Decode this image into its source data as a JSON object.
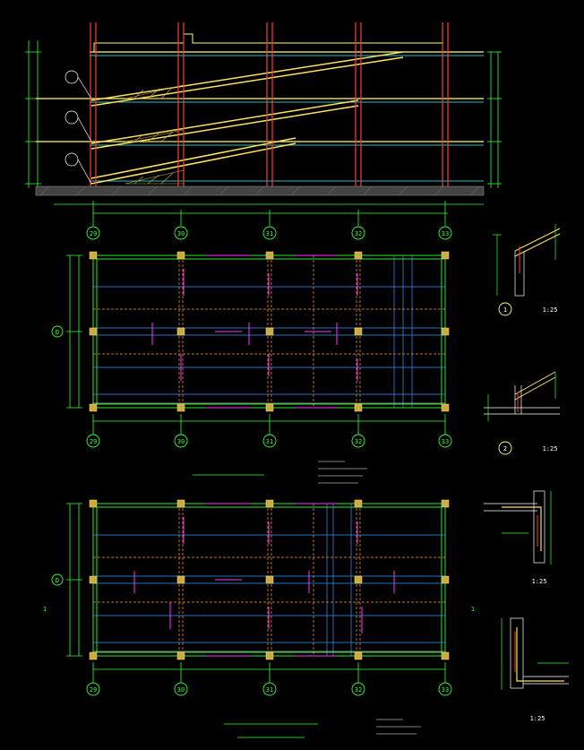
{
  "colors": {
    "background": "#000000",
    "column": "#ff3b3b",
    "beam": "#ffff66",
    "ramp": "#ffe066",
    "dimension": "#33ff33",
    "axis_bubble": "#33ff33",
    "grid": "#3399ff",
    "annotation": "#ff33ff",
    "dashed_beam": "#ff9933",
    "hatch": "#ccaa44",
    "text": "#ffffff",
    "ground": "#888888",
    "cyan": "#33ffff"
  },
  "section": {
    "axes": [
      "29",
      "30",
      "31",
      "32",
      "33"
    ]
  },
  "plan_upper": {
    "axes_bottom": [
      "29",
      "30",
      "31",
      "32",
      "33"
    ],
    "axis_left": "D"
  },
  "plan_lower": {
    "axes_bottom": [
      "29",
      "30",
      "31",
      "32",
      "33"
    ],
    "axis_left": "D"
  },
  "details": [
    {
      "id": "1",
      "scale": "1:25"
    },
    {
      "id": "2",
      "scale": "1:25"
    },
    {
      "id": "",
      "scale": "1:25"
    },
    {
      "id": "",
      "scale": "1:25"
    }
  ],
  "margin_mark": "1"
}
